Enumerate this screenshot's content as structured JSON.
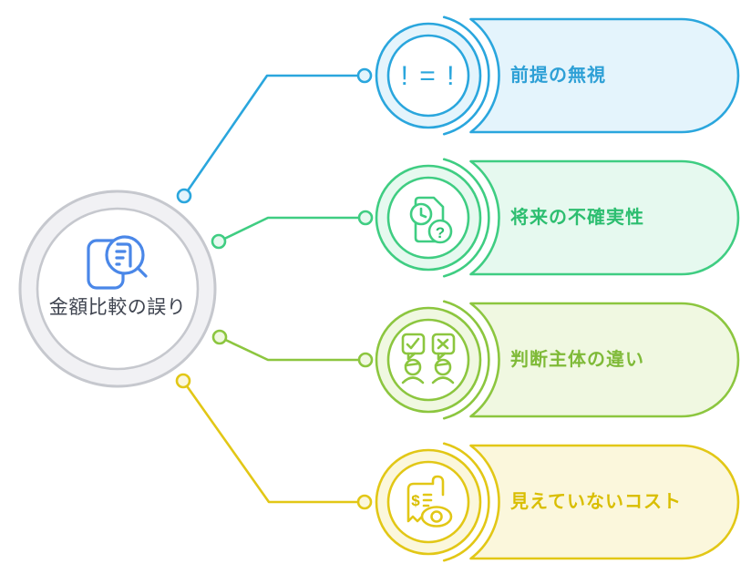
{
  "diagram": {
    "type": "radial-mindmap",
    "hub": {
      "label": "金額比較の誤り",
      "icon": "document-magnifier-icon",
      "ring_stroke_color": "#C6C8CE",
      "ring_fill_color": "#F1F1F4",
      "icon_color": "#4A87E8",
      "label_color": "#3F4450"
    },
    "nodes": [
      {
        "label": "前提の無視",
        "icon": "not-equal-icon",
        "icon_text": "! = !",
        "stroke_color": "#2AA6DD",
        "fill_color": "#E4F4FC",
        "label_color": "#2EA0D6"
      },
      {
        "label": "将来の不確実性",
        "icon": "document-clock-question-icon",
        "question_glyph": "?",
        "stroke_color": "#3FCD82",
        "fill_color": "#E6F9EF",
        "label_color": "#2DBE70"
      },
      {
        "label": "判断主体の違い",
        "icon": "people-agree-disagree-icon",
        "stroke_color": "#8CC63F",
        "fill_color": "#F0F8E1",
        "label_color": "#7FBA38"
      },
      {
        "label": "見えていないコスト",
        "icon": "receipt-eye-icon",
        "dollar_glyph": "$",
        "stroke_color": "#E2C716",
        "fill_color": "#FBF7DC",
        "label_color": "#D9BE00"
      }
    ]
  }
}
